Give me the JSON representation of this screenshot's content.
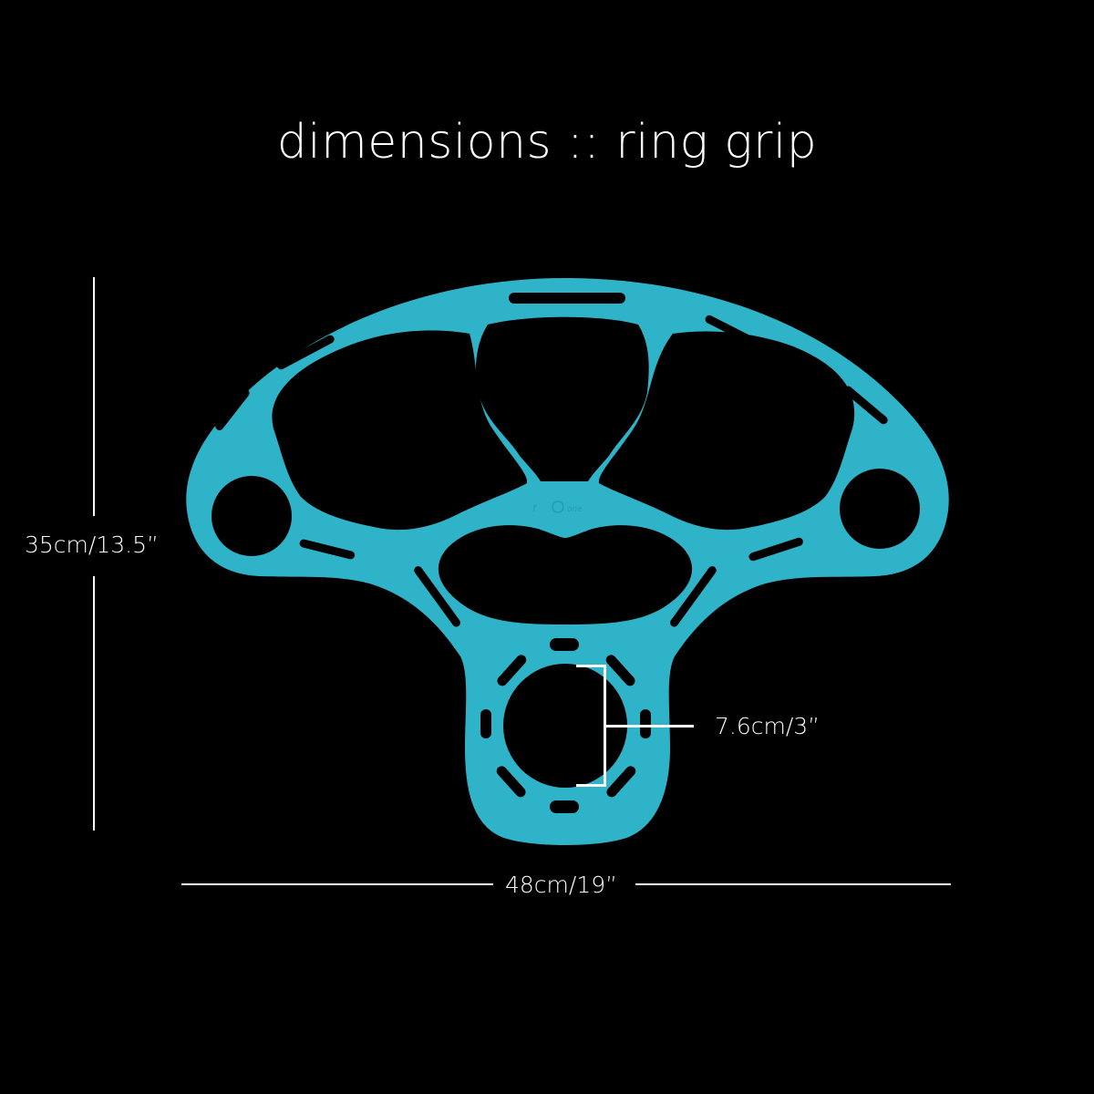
{
  "title": "dimensions :: ring grip",
  "product": {
    "name": "ring grip",
    "color": "#2fb3c8",
    "shadow_color": "#1f8ea3",
    "background": "#000000"
  },
  "dimensions": {
    "height": {
      "label": "35cm/13.5”",
      "cm": 35,
      "in": 13.5
    },
    "width": {
      "label": "48cm/19”",
      "cm": 48,
      "in": 19
    },
    "ring_diameter": {
      "label": "7.6cm/3”",
      "cm": 7.6,
      "in": 3
    }
  },
  "line_color": "#ffffff"
}
